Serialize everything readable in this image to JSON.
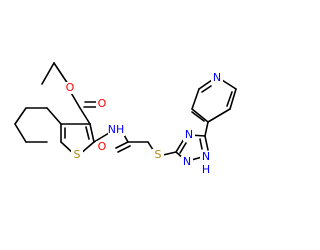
{
  "diagram": {
    "type": "chemical-structure",
    "colors": {
      "bond": "#000000",
      "O": "#ff0000",
      "N": "#0000ff",
      "S": "#b8860b",
      "background": "#ffffff"
    },
    "labels": {
      "o_ester_carbonyl": "O",
      "o_ester_ether": "O",
      "s_thiophene": "S",
      "n_amide": "NH",
      "o_amide": "O",
      "s_thioether": "S",
      "n_triazole_left": "N",
      "n_triazole_top": "N",
      "n_triazole_nh": "N",
      "h_triazole": "H",
      "n_pyridine": "N"
    }
  }
}
